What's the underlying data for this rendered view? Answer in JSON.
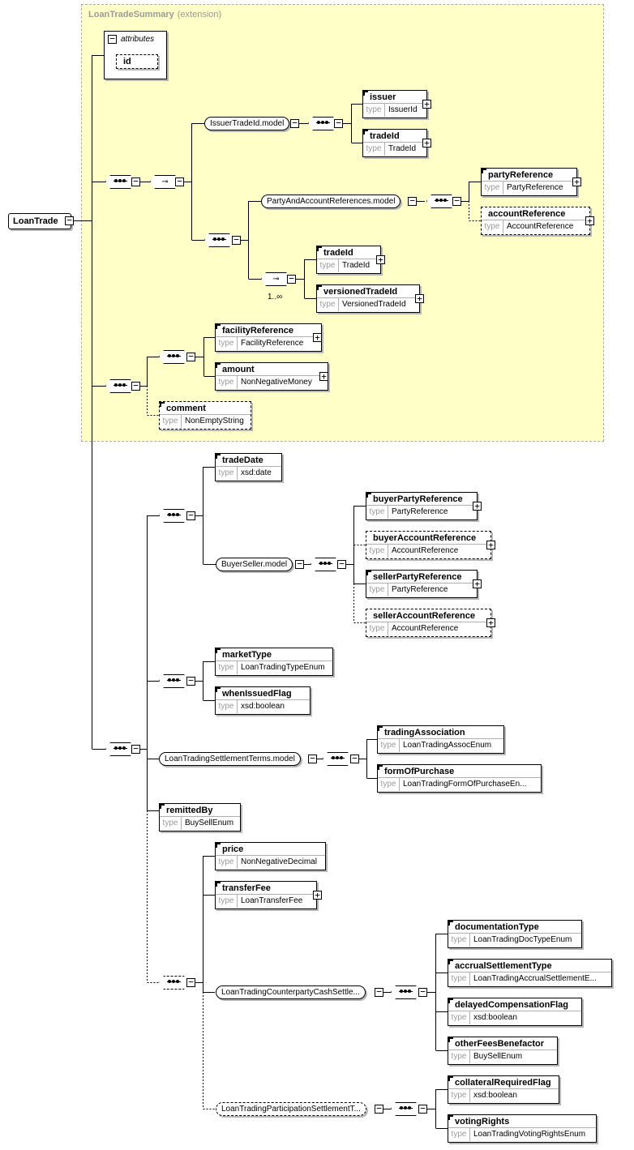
{
  "extension": {
    "title": "LoanTradeSummary",
    "subtitle": "(extension)"
  },
  "root": {
    "name": "LoanTrade"
  },
  "attributes": {
    "label": "attributes",
    "items": [
      "id"
    ]
  },
  "type_label": "type",
  "groups": {
    "issuer_trade_id_model": "IssuerTradeId.model",
    "party_and_account_references_model": "PartyAndAccountReferences.model",
    "buyer_seller_model": "BuyerSeller.model",
    "loan_trading_settlement_terms_model": "LoanTradingSettlementTerms.model",
    "loan_trading_counterparty_cash_settle": "LoanTradingCounterpartyCashSettle...",
    "loan_trading_participation_settlement": "LoanTradingParticipationSettlementT..."
  },
  "cardinality": "1..∞",
  "elements": {
    "issuer": {
      "name": "issuer",
      "type": "IssuerId"
    },
    "trade_id_1": {
      "name": "tradeId",
      "type": "TradeId"
    },
    "party_reference": {
      "name": "partyReference",
      "type": "PartyReference"
    },
    "account_reference": {
      "name": "accountReference",
      "type": "AccountReference"
    },
    "trade_id_2": {
      "name": "tradeId",
      "type": "TradeId"
    },
    "versioned_trade_id": {
      "name": "versionedTradeId",
      "type": "VersionedTradeId"
    },
    "facility_reference": {
      "name": "facilityReference",
      "type": "FacilityReference"
    },
    "amount": {
      "name": "amount",
      "type": "NonNegativeMoney"
    },
    "comment": {
      "name": "comment",
      "type": "NonEmptyString"
    },
    "trade_date": {
      "name": "tradeDate",
      "type": "xsd:date"
    },
    "buyer_party_reference": {
      "name": "buyerPartyReference",
      "type": "PartyReference"
    },
    "buyer_account_reference": {
      "name": "buyerAccountReference",
      "type": "AccountReference"
    },
    "seller_party_reference": {
      "name": "sellerPartyReference",
      "type": "PartyReference"
    },
    "seller_account_reference": {
      "name": "sellerAccountReference",
      "type": "AccountReference"
    },
    "market_type": {
      "name": "marketType",
      "type": "LoanTradingTypeEnum"
    },
    "when_issued_flag": {
      "name": "whenIssuedFlag",
      "type": "xsd:boolean"
    },
    "trading_association": {
      "name": "tradingAssociation",
      "type": "LoanTradingAssocEnum"
    },
    "form_of_purchase": {
      "name": "formOfPurchase",
      "type": "LoanTradingFormOfPurchaseEn..."
    },
    "remitted_by": {
      "name": "remittedBy",
      "type": "BuySellEnum"
    },
    "price": {
      "name": "price",
      "type": "NonNegativeDecimal"
    },
    "transfer_fee": {
      "name": "transferFee",
      "type": "LoanTransferFee"
    },
    "documentation_type": {
      "name": "documentationType",
      "type": "LoanTradingDocTypeEnum"
    },
    "accrual_settlement_type": {
      "name": "accrualSettlementType",
      "type": "LoanTradingAccrualSettlementE..."
    },
    "delayed_compensation_flag": {
      "name": "delayedCompensationFlag",
      "type": "xsd:boolean"
    },
    "other_fees_benefactor": {
      "name": "otherFeesBenefactor",
      "type": "BuySellEnum"
    },
    "collateral_required_flag": {
      "name": "collateralRequiredFlag",
      "type": "xsd:boolean"
    },
    "voting_rights": {
      "name": "votingRights",
      "type": "LoanTradingVotingRightsEnum"
    }
  }
}
